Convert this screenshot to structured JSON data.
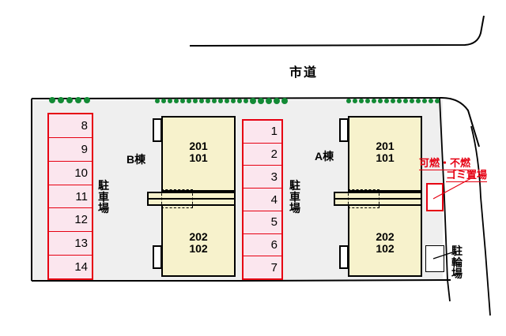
{
  "plan": {
    "road_label": "市道",
    "site_labels": {
      "parking_left": "駐\n車\n場",
      "parking_center": "駐\n車\n場",
      "building_b": "B棟",
      "building_a": "A棟",
      "garbage_line1": "可燃・不燃",
      "garbage_line2": "ゴミ置場",
      "bicycle": "駐\n輪\n場"
    },
    "buildings": [
      {
        "name": "B棟",
        "upper_units": "201\n101",
        "upper_unit_top": "201",
        "upper_unit_bottom": "101",
        "lower_unit_top": "202",
        "lower_unit_bottom": "102"
      },
      {
        "name": "A棟",
        "upper_unit_top": "201",
        "upper_unit_bottom": "101",
        "lower_unit_top": "202",
        "lower_unit_bottom": "102"
      }
    ],
    "parking_center_stalls": [
      "1",
      "2",
      "3",
      "4",
      "5",
      "6",
      "7"
    ],
    "parking_left_stalls": [
      "8",
      "9",
      "10",
      "11",
      "12",
      "13",
      "14"
    ],
    "colors": {
      "parking_fill": "#fbe6ee",
      "parking_border": "#e60012",
      "building_fill": "#f7f2cc",
      "site_fill": "#efefef",
      "hedge": "#128a35",
      "annotation_red": "#e60012",
      "outline": "#000000"
    }
  }
}
